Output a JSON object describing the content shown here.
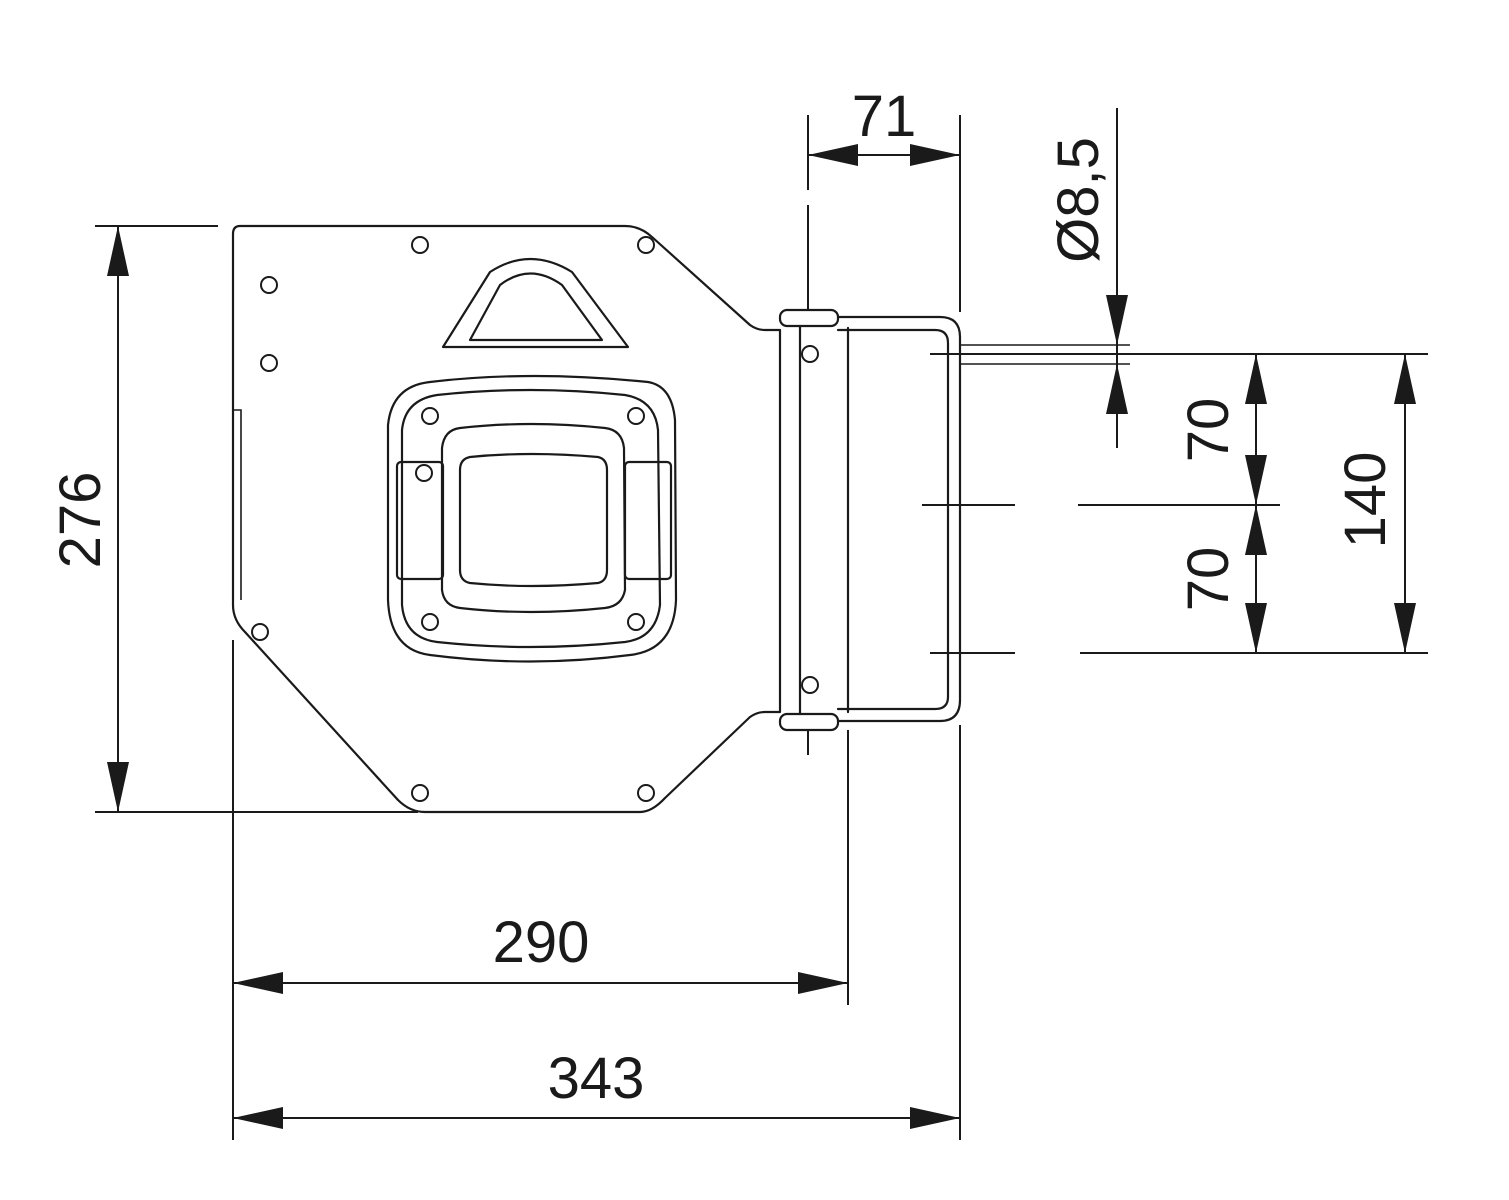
{
  "dimensions": {
    "overall_height": "276",
    "body_width": "290",
    "overall_width": "343",
    "bracket_depth": "71",
    "hole_diameter": "Ø8,5",
    "hole_spacing_upper": "70",
    "hole_spacing_lower": "70",
    "hole_spacing_total": "140"
  },
  "colors": {
    "line": "#1a1a1a",
    "background": "#ffffff"
  }
}
